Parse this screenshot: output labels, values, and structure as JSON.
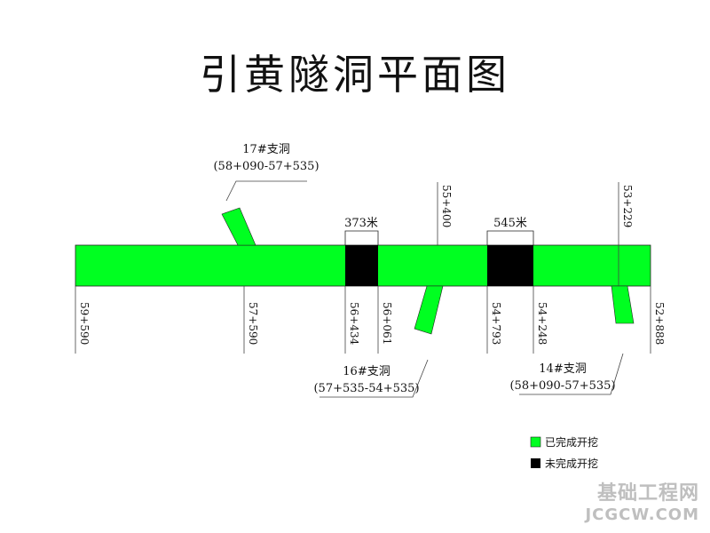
{
  "title": "引黄隧洞平面图",
  "colors": {
    "completed": "#00ff21",
    "uncompleted": "#000000",
    "line": "#333333",
    "watermark": "#bfbfbf"
  },
  "stations": {
    "s1": "59+590",
    "s2": "57+590",
    "s3": "56+434",
    "s4": "56+061",
    "s5": "54+793",
    "s6": "54+248",
    "s7": "52+888",
    "s8": "55+400",
    "s9": "53+229"
  },
  "segments": {
    "gap1": "373米",
    "gap2": "545米"
  },
  "branches": {
    "b17": {
      "name": "17#支洞",
      "range": "(58+090-57+535)"
    },
    "b16": {
      "name": "16#支洞",
      "range": "(57+535-54+535)"
    },
    "b14": {
      "name": "14#支洞",
      "range": "(58+090-57+535)"
    }
  },
  "legend": {
    "completed": "已完成开挖",
    "uncompleted": "未完成开挖"
  },
  "watermark": {
    "line1": "基础工程网",
    "line2": "JCGCW.COM"
  }
}
